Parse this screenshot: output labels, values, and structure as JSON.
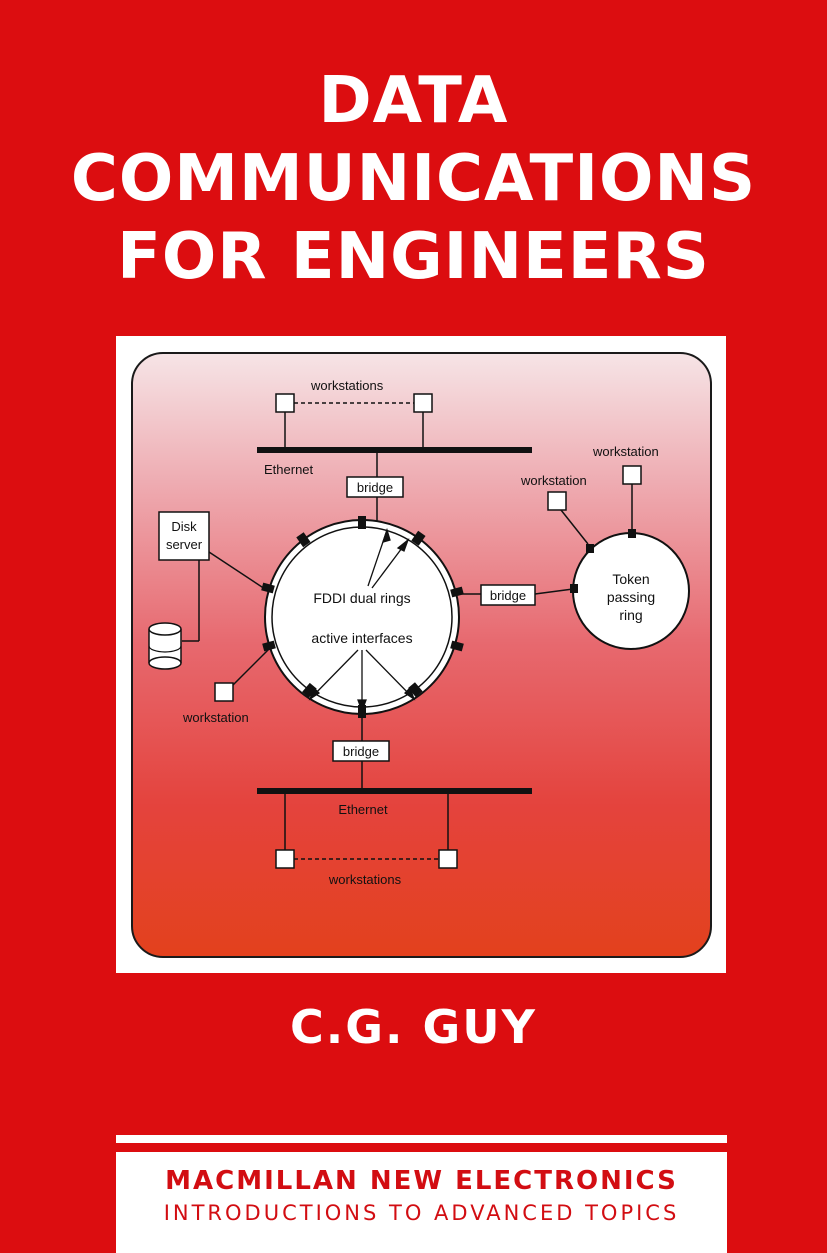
{
  "cover": {
    "title_lines": [
      "DATA",
      "COMMUNICATIONS",
      "FOR ENGINEERS"
    ],
    "author": "C.G. GUY",
    "series_name": "MACMILLAN NEW ELECTRONICS",
    "series_subtitle": "INTRODUCTIONS TO ADVANCED TOPICS"
  },
  "diagram": {
    "top_workstations": "workstations",
    "top_ethernet": "Ethernet",
    "top_bridge": "bridge",
    "disk_server_line1": "Disk",
    "disk_server_line2": "server",
    "fddi_label": "FDDI dual rings",
    "active_interfaces": "active interfaces",
    "right_bridge": "bridge",
    "workstation_right_1": "workstation",
    "workstation_right_2": "workstation",
    "token_line1": "Token",
    "token_line2": "passing",
    "token_line3": "ring",
    "workstation_left": "workstation",
    "bottom_bridge": "bridge",
    "bottom_ethernet": "Ethernet",
    "bottom_workstations": "workstations"
  },
  "colors": {
    "cover_red": "#dc0d10",
    "series_red": "#d20d12",
    "white": "#ffffff"
  }
}
